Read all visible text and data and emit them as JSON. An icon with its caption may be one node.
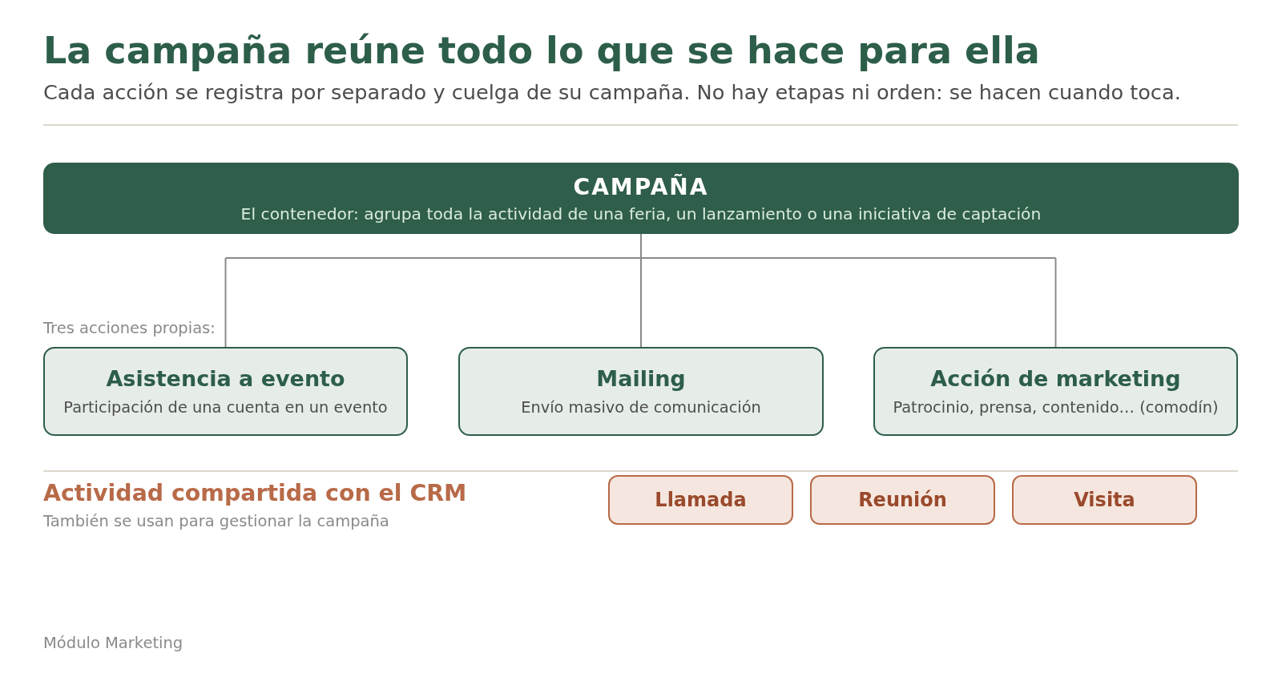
{
  "diagram": {
    "title": "La campaña reúne todo lo que se hace para ella",
    "nodes": [
      {
        "text": [
          "CAMPAÑA",
          "El contenedor: agrupa toda la actividad de una feria, un lanzamiento o una iniciativa de captación"
        ]
      },
      {
        "text": [
          "Asistencia a evento",
          "Participación de una cuenta en un evento"
        ]
      },
      {
        "text": [
          "Mailing",
          "Envío masivo de comunicación"
        ]
      },
      {
        "text": [
          "Acción de marketing",
          "Patrocinio, prensa, contenido… (comodín)"
        ]
      },
      {
        "text": [
          "Llamada"
        ]
      },
      {
        "text": [
          "Reunión"
        ]
      },
      {
        "text": [
          "Visita"
        ]
      }
    ],
    "edges": [
      {
        "from": 0,
        "to": 1,
        "arrow": "none"
      },
      {
        "from": 0,
        "to": 2,
        "arrow": "none"
      },
      {
        "from": 0,
        "to": 3,
        "arrow": "none"
      }
    ],
    "labels": [
      "Cada acción se registra por separado y cuelga de su campaña. No hay etapas ni orden: se hacen cuando toca.",
      "Tres acciones propias:",
      "Actividad compartida con el CRM",
      "También se usan para gestionar la campaña",
      "Módulo Marketing"
    ]
  }
}
